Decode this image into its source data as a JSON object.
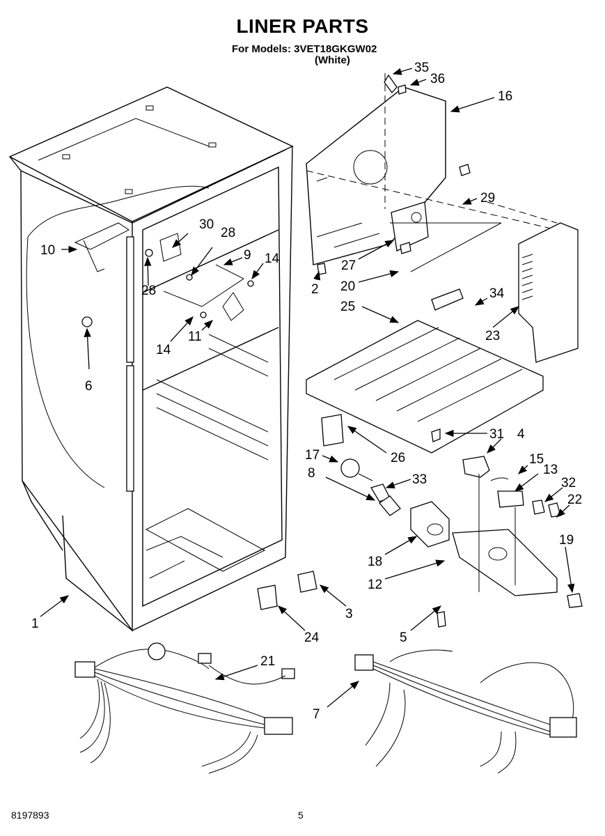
{
  "header": {
    "title": "LINER PARTS",
    "models_line": "For Models: 3VET18GKGW02",
    "color_line": "(White)"
  },
  "footer": {
    "document_number": "8197893",
    "page_number": "5"
  },
  "callouts": {
    "c35": "35",
    "c36": "36",
    "c16": "16",
    "c29": "29",
    "c30": "30",
    "c28a": "28",
    "c10": "10",
    "c9": "9",
    "c14a": "14",
    "c28b": "28",
    "c14b": "14",
    "c11": "11",
    "c6": "6",
    "c27": "27",
    "c20": "20",
    "c2": "2",
    "c25": "25",
    "c34": "34",
    "c23": "23",
    "c31": "31",
    "c26": "26",
    "c4": "4",
    "c15": "15",
    "c13": "13",
    "c17": "17",
    "c8": "8",
    "c33": "33",
    "c32": "32",
    "c22": "22",
    "c18": "18",
    "c19": "19",
    "c12": "12",
    "c3": "3",
    "c24": "24",
    "c5": "5",
    "c1": "1",
    "c21": "21",
    "c7": "7"
  }
}
